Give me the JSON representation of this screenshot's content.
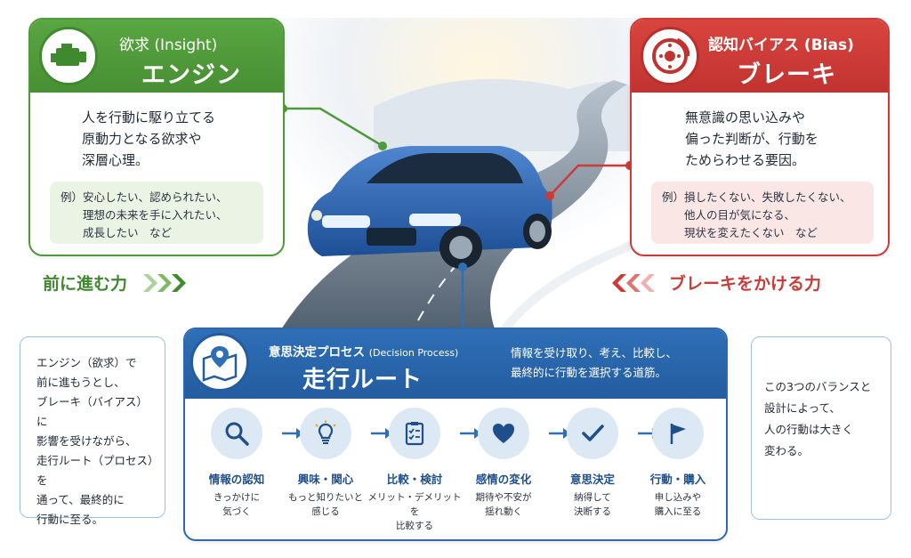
{
  "engine": {
    "subtitle": "欲求 (Insight)",
    "title": "エンジン",
    "desc": [
      "人を行動に駆り立てる",
      "原動力となる欲求や",
      "深層心理。"
    ],
    "examples": [
      "例）安心したい、認められたい、",
      "　　理想の未来を手に入れたい、",
      "　　成長したい　など"
    ],
    "icon": "engine-icon",
    "color": "#4e9a3a"
  },
  "brake": {
    "subtitle": "認知バイアス (Bias)",
    "title": "ブレーキ",
    "desc": [
      "無意識の思い込みや",
      "偏った判断が、行動を",
      "ためらわせる要因。"
    ],
    "examples": [
      "例）損したくない、失敗したくない、",
      "　　他人の目が気になる、",
      "　　現状を変えたくない　など"
    ],
    "icon": "brake-disc-icon",
    "color": "#cc3b38"
  },
  "forces": {
    "forward": "前に進む力",
    "brake": "ブレーキをかける力"
  },
  "process": {
    "subtitle": "意思決定プロセス",
    "subtitle_en": "(Decision Process)",
    "title": "走行ルート",
    "desc": [
      "情報を受け取り、考え、比較し、",
      "最終的に行動を選択する道筋。"
    ],
    "icon": "map-pin-icon",
    "color": "#2e6fb7",
    "steps": [
      {
        "title": "情報の認知",
        "sub": [
          "きっかけに",
          "気づく"
        ],
        "icon": "magnifier-icon"
      },
      {
        "title": "興味・関心",
        "sub": [
          "もっと知りたいと",
          "感じる"
        ],
        "icon": "lightbulb-icon"
      },
      {
        "title": "比較・検討",
        "sub": [
          "メリット・デメリットを",
          "比較する"
        ],
        "icon": "checklist-icon"
      },
      {
        "title": "感情の変化",
        "sub": [
          "期待や不安が",
          "揺れ動く"
        ],
        "icon": "heart-icon"
      },
      {
        "title": "意思決定",
        "sub": [
          "納得して",
          "決断する"
        ],
        "icon": "checkmark-icon"
      },
      {
        "title": "行動・購入",
        "sub": [
          "申し込みや",
          "購入に至る"
        ],
        "icon": "flag-icon"
      }
    ]
  },
  "notes": {
    "left": [
      "エンジン（欲求）で",
      "前に進もうとし、",
      "ブレーキ（バイアス）に",
      "影響を受けながら、",
      "走行ルート（プロセス）を",
      "通って、最終的に",
      "行動に至る。"
    ],
    "right": [
      "この3つのバランスと",
      "設計によって、",
      "人の行動は大きく",
      "変わる。"
    ]
  }
}
